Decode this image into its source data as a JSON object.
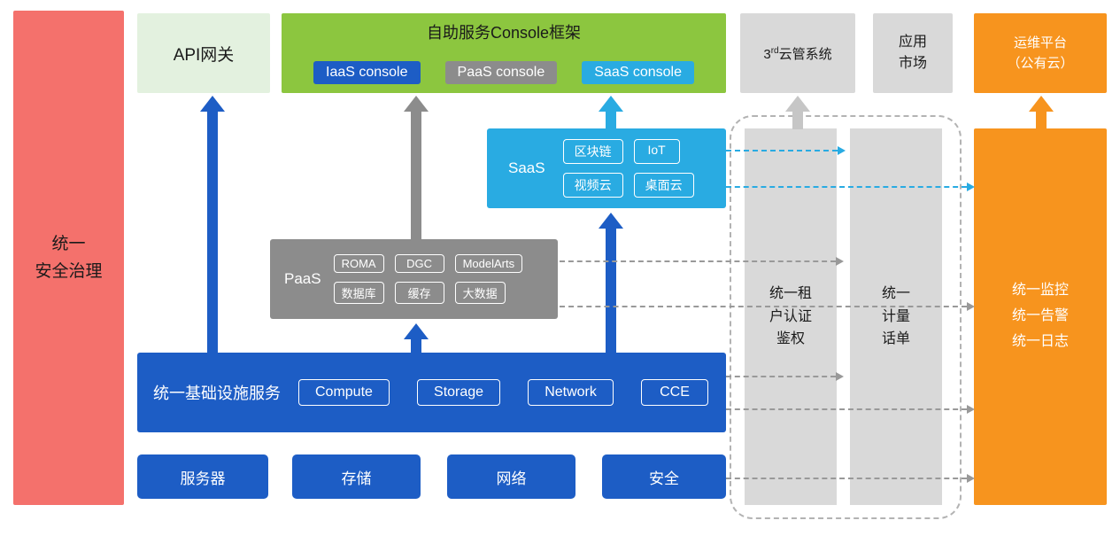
{
  "colors": {
    "red": "#F4716C",
    "light_green": "#E3F1DF",
    "green": "#8CC63F",
    "blue": "#1D5DC5",
    "gray": "#8C8C8C",
    "light_gray": "#D9D9D9",
    "cyan": "#29ABE2",
    "orange": "#F7941E"
  },
  "security_bar": {
    "label": "统一\n安全治理"
  },
  "api_gateway": {
    "label": "API网关"
  },
  "console_frame": {
    "title": "自助服务Console框架",
    "items": [
      "IaaS console",
      "PaaS console",
      "SaaS console"
    ]
  },
  "third_party_cloud": {
    "prefix": "3",
    "sup": "rd",
    "suffix": "云管系统"
  },
  "app_market": {
    "label": "应用\n市场"
  },
  "ops_platform": {
    "label": "运维平台\n（公有云）"
  },
  "saas": {
    "label": "SaaS",
    "items": [
      "区块链",
      "IoT",
      "视频云",
      "桌面云"
    ]
  },
  "paas": {
    "label": "PaaS",
    "items": [
      "ROMA",
      "DGC",
      "ModelArts",
      "数据库",
      "缓存",
      "大数据"
    ]
  },
  "infrastructure": {
    "label": "统一基础设施服务",
    "items": [
      "Compute",
      "Storage",
      "Network",
      "CCE"
    ]
  },
  "hardware_row": {
    "items": [
      "服务器",
      "存储",
      "网络",
      "安全"
    ]
  },
  "auth_bar": {
    "label": "统一租\n户认证\n鉴权"
  },
  "metering_bar": {
    "label": "统一\n计量\n话单"
  },
  "monitoring": {
    "label": "统一监控\n统一告警\n统一日志"
  }
}
